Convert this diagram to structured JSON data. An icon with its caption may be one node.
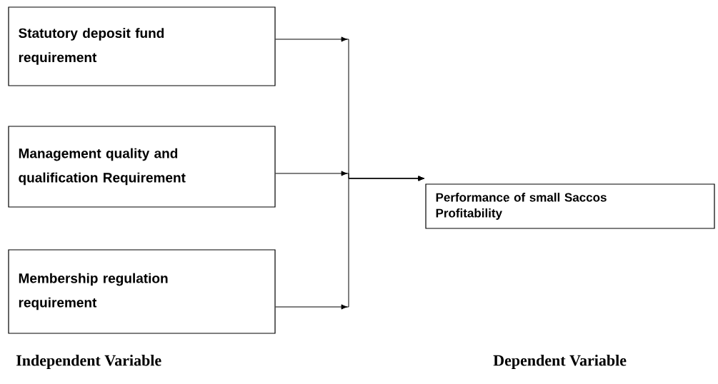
{
  "diagram": {
    "nodes": [
      {
        "text": [
          "Statutory deposit fund requirement"
        ]
      },
      {
        "text": [
          "Management quality and qualification Requirement"
        ]
      },
      {
        "text": [
          "Membership regulation requirement"
        ]
      },
      {
        "text": [
          "Performance of small Saccos",
          "Profitability"
        ]
      }
    ],
    "edges": [
      {
        "from": 0,
        "to": 3,
        "arrow": "to"
      },
      {
        "from": 1,
        "to": 3,
        "arrow": "to"
      },
      {
        "from": 2,
        "to": 3,
        "arrow": "to"
      }
    ],
    "labels": [
      "Independent Variable",
      "Dependent Variable"
    ]
  }
}
